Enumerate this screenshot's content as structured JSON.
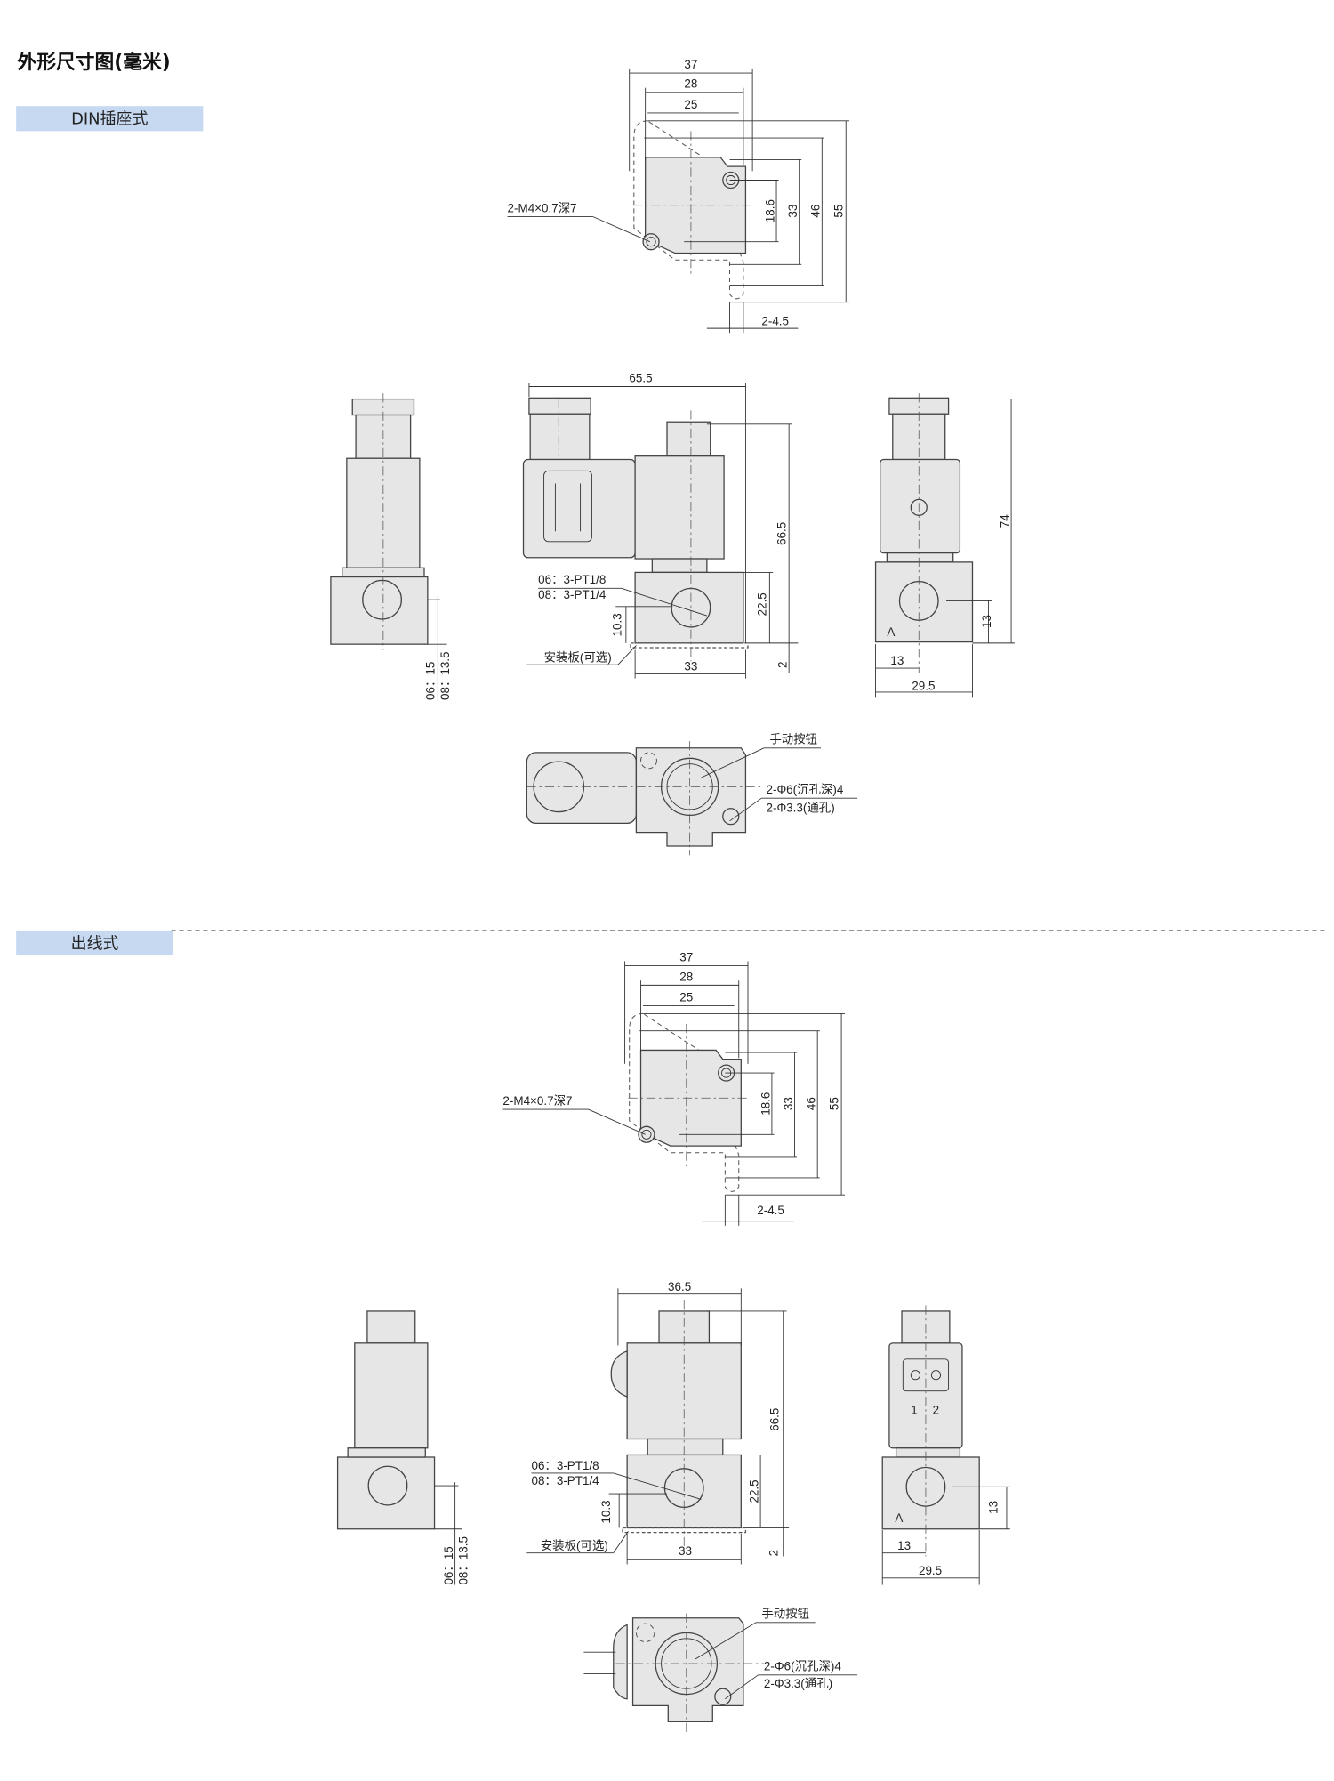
{
  "title": "外形尺寸图(毫米)",
  "sections": [
    {
      "tag": "DIN插座式",
      "top_view": {
        "w37": "37",
        "w28": "28",
        "w25": "25",
        "h18_6": "18.6",
        "h33": "33",
        "h46": "46",
        "h55": "55",
        "thread": "2-M4×0.7深7",
        "slot": "2-4.5"
      },
      "front_view": {
        "width": "65.5",
        "height": "66.5",
        "port1": "06：3-PT1/8",
        "port2": "08：3-PT1/4",
        "h22_5": "22.5",
        "h10_3": "10.3",
        "plate": "安装板(可选)",
        "base": "33",
        "plate_t": "2"
      },
      "side_left": {
        "d06": "06：15",
        "d08": "08：13.5"
      },
      "side_right": {
        "height": "74",
        "h13": "13",
        "w13": "13",
        "w29_5": "29.5",
        "port_mark": "A"
      },
      "bottom_view": {
        "manual": "手动按钮",
        "hole1": "2-Φ6(沉孔深)4",
        "hole2": "2-Φ3.3(通孔)"
      }
    },
    {
      "tag": "出线式",
      "top_view": {
        "w37": "37",
        "w28": "28",
        "w25": "25",
        "h18_6": "18.6",
        "h33": "33",
        "h46": "46",
        "h55": "55",
        "thread": "2-M4×0.7深7",
        "slot": "2-4.5"
      },
      "front_view": {
        "width": "36.5",
        "height": "66.5",
        "port1": "06：3-PT1/8",
        "port2": "08：3-PT1/4",
        "h22_5": "22.5",
        "h10_3": "10.3",
        "plate": "安装板(可选)",
        "base": "33",
        "plate_t": "2"
      },
      "side_left": {
        "d06": "06：15",
        "d08": "08：13.5"
      },
      "side_right": {
        "h13": "13",
        "w13": "13",
        "w29_5": "29.5",
        "port_mark": "A",
        "pin1": "1",
        "pin2": "2"
      },
      "bottom_view": {
        "manual": "手动按钮",
        "hole1": "2-Φ6(沉孔深)4",
        "hole2": "2-Φ3.3(通孔)"
      }
    }
  ]
}
